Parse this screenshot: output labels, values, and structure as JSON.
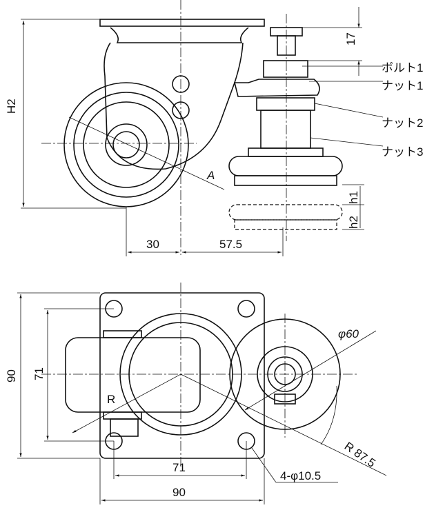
{
  "side_view": {
    "dim_17": "17",
    "label_bolt1": "ボルト1",
    "label_nut1": "ナット1",
    "label_nut2": "ナット2",
    "label_nut3": "ナット3",
    "dim_h2_total": "H2",
    "label_a": "A",
    "dim_h1": "h1",
    "dim_h2": "h2",
    "dim_30": "30",
    "dim_57_5": "57.5"
  },
  "bottom_view": {
    "dim_90_v": "90",
    "dim_71_v": "71",
    "dim_phi60": "φ60",
    "label_r": "R",
    "dim_r87_5": "R 87.5",
    "dim_71_h": "71",
    "dim_90_h": "90",
    "dim_holes": "4-φ10.5"
  }
}
